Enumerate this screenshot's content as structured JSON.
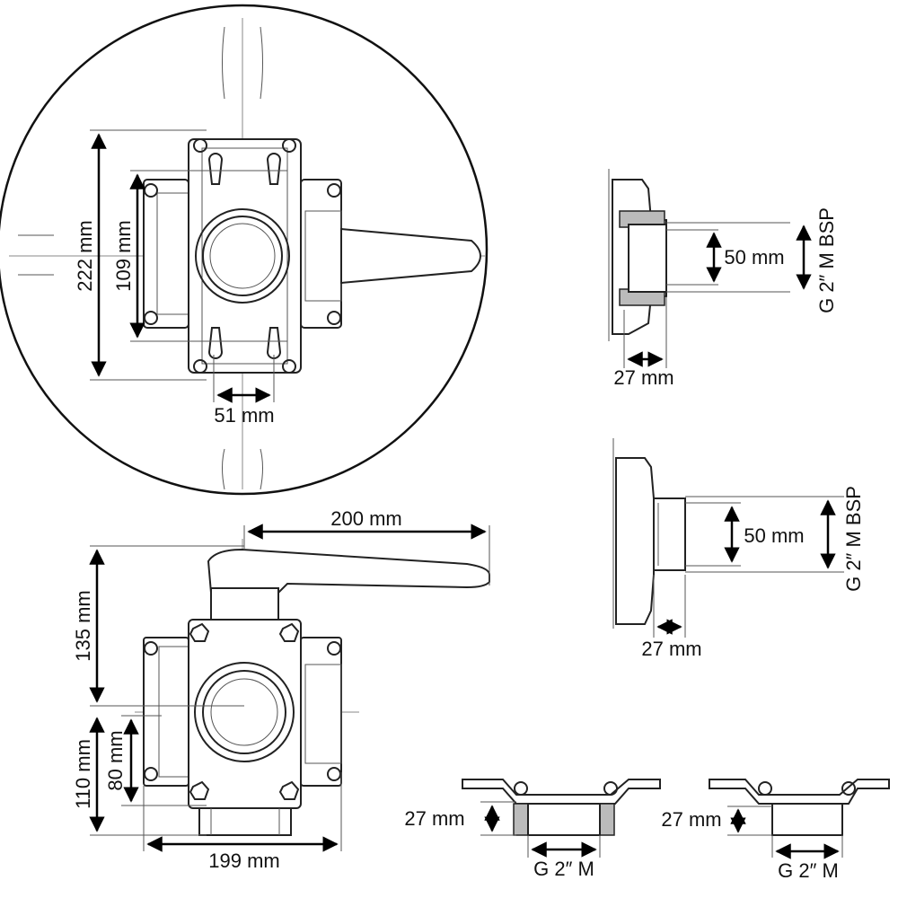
{
  "top_view": {
    "height_outer": "222 mm",
    "height_inner": "109 mm",
    "bolt_spacing": "51 mm"
  },
  "front_view": {
    "handle_length": "200 mm",
    "upper_height": "135 mm",
    "lower_height": "110 mm",
    "lower_inner_height": "80 mm",
    "body_width": "199 mm"
  },
  "side_detail_1": {
    "bore": "50 mm",
    "thread": "G 2″ M BSP",
    "length": "27 mm"
  },
  "side_detail_2": {
    "bore": "50 mm",
    "thread": "G 2″ M BSP",
    "length": "27 mm"
  },
  "bottom_detail_1": {
    "length": "27 mm",
    "thread": "G 2″ M"
  },
  "bottom_detail_2": {
    "length": "27 mm",
    "thread": "G 2″ M"
  }
}
